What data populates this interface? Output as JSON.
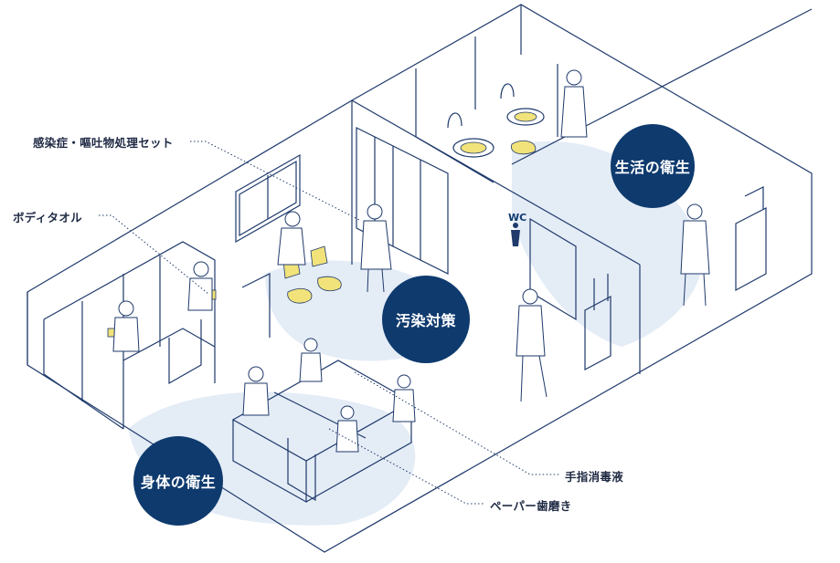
{
  "labels": {
    "infection_kit": "感染症・嘔吐物処理セット",
    "body_towel": "ボディタオル",
    "hand_sanitizer": "手指消毒液",
    "paper_toothbrush": "ペーパー歯磨き",
    "wc_sign": "WC"
  },
  "badges": {
    "living_hygiene": "生活の衛生",
    "contamination_control": "汚染対策",
    "body_hygiene": "身体の衛生"
  },
  "colors": {
    "line": "#1f3a6b",
    "badge": "#0e3a6e",
    "floor_tint": "#e4ecf6",
    "accent_yellow": "#f1e27a"
  }
}
